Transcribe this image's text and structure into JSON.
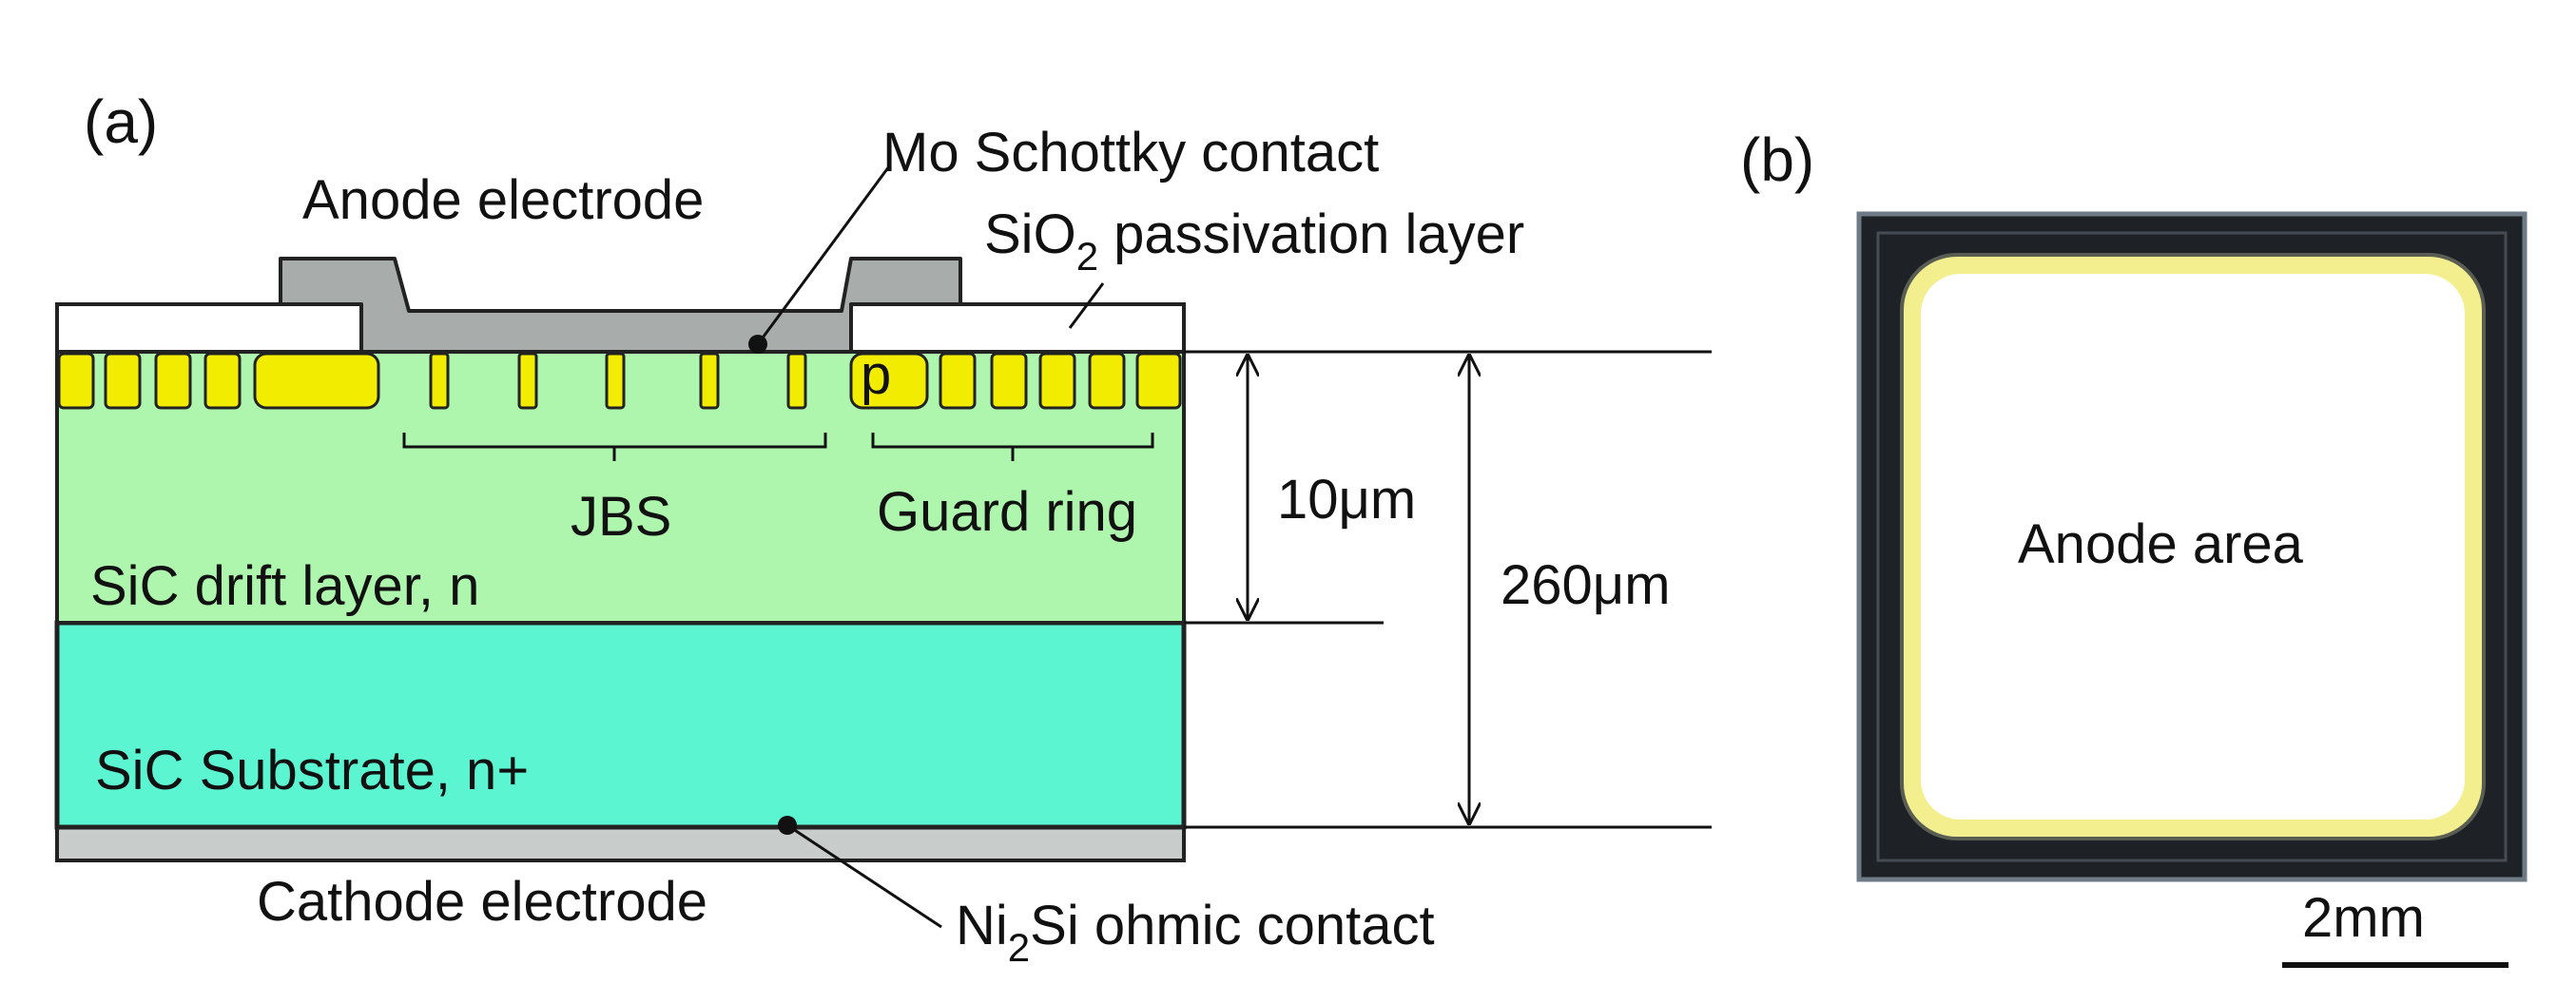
{
  "panel_a": {
    "label": "(a)",
    "anode_electrode": "Anode electrode",
    "mo_schottky_contact": "Mo Schottky contact",
    "passivation_prefix": "SiO",
    "passivation_subscript": "2",
    "passivation_suffix": " passivation layer",
    "p_region": "p",
    "jbs": "JBS",
    "guard_ring": "Guard ring",
    "drift_layer": "SiC drift layer, n",
    "substrate": "SiC Substrate, n+",
    "cathode_electrode": "Cathode electrode",
    "ohmic_prefix": "Ni",
    "ohmic_subscript": "2",
    "ohmic_suffix": "Si ohmic contact",
    "drift_thickness": "10μm",
    "total_thickness": "260μm"
  },
  "panel_b": {
    "label": "(b)",
    "anode_area": "Anode area",
    "scale_bar": "2mm"
  },
  "colors": {
    "p_region": "#F2EC00",
    "drift_layer": "#AEF5AE",
    "substrate": "#5CF5D2",
    "electrode": "#A8ADAB",
    "cathode": "#C8CCCB",
    "chip_frame": "#1E2226",
    "anode_rim": "#F3EE8E"
  }
}
